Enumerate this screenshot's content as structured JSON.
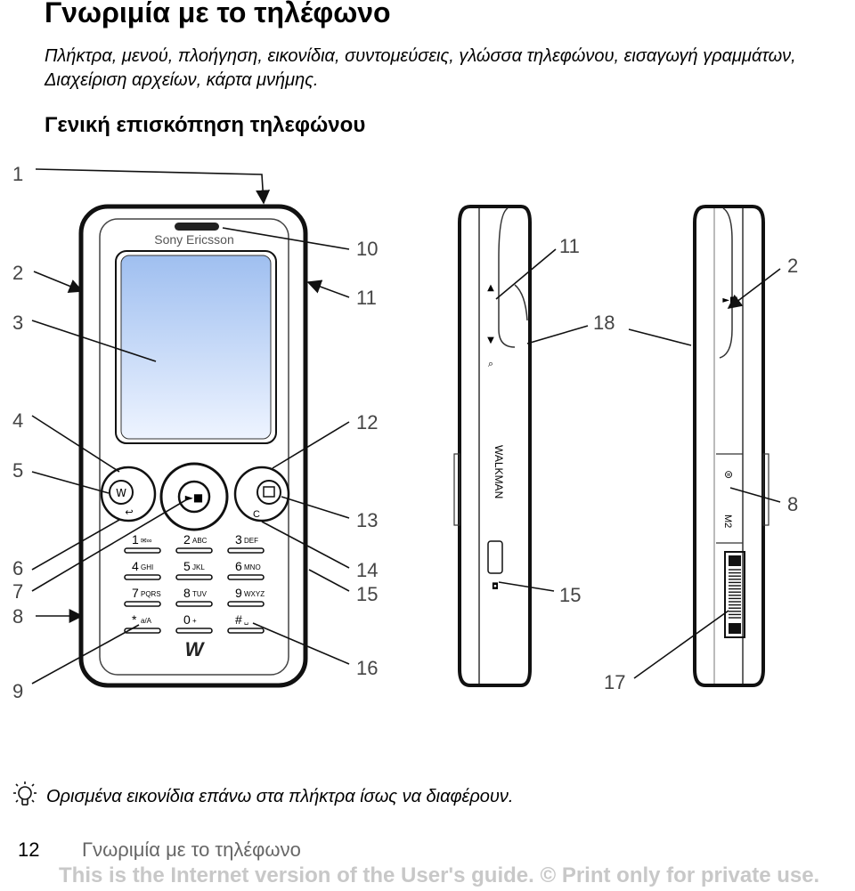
{
  "heading": "Γνωριμία με το τηλέφωνο",
  "intro": "Πλήκτρα, μενού, πλοήγηση, εικονίδια, συντομεύσεις, γλώσσα τηλεφώνου, εισαγωγή γραμμάτων, Διαχείριση αρχείων, κάρτα μνήμης.",
  "subheading": "Γενική επισκόπηση τηλεφώνου",
  "figure": {
    "brand": "Sony Ericsson",
    "side_labels": [
      "WALKMAN"
    ],
    "keypad": [
      {
        "digit": "1",
        "letters": "✉∞"
      },
      {
        "digit": "2",
        "letters": "ABC"
      },
      {
        "digit": "3",
        "letters": "DEF"
      },
      {
        "digit": "4",
        "letters": "GHI"
      },
      {
        "digit": "5",
        "letters": "JKL"
      },
      {
        "digit": "6",
        "letters": "MNO"
      },
      {
        "digit": "7",
        "letters": "PQRS"
      },
      {
        "digit": "8",
        "letters": "TUV"
      },
      {
        "digit": "9",
        "letters": "WXYZ"
      },
      {
        "digit": "*",
        "letters": "a/A"
      },
      {
        "digit": "0",
        "letters": "+"
      },
      {
        "digit": "#",
        "letters": "␣"
      }
    ],
    "clear_key": "C",
    "memory_label": "M2",
    "callouts": {
      "c1": "1",
      "c2": "2",
      "c3": "3",
      "c4": "4",
      "c5": "5",
      "c6": "6",
      "c7": "7",
      "c8": "8",
      "c9": "9",
      "c10": "10",
      "c11": "11",
      "c12": "12",
      "c13": "13",
      "c14": "14",
      "c15": "15",
      "c16": "16",
      "c11b": "11",
      "c18": "18",
      "c15b": "15",
      "c2b": "2",
      "c8b": "8",
      "c17": "17"
    },
    "colors": {
      "screen_top": "#9fbff0",
      "screen_bottom": "#eef4ff",
      "outline": "#111111"
    }
  },
  "note": {
    "icon": "lightbulb-icon",
    "text": "Ορισμένα εικονίδια επάνω στα πλήκτρα ίσως να διαφέρουν."
  },
  "footer": {
    "page_number": "12",
    "section": "Γνωριμία με το τηλέφωνο"
  },
  "watermark": "This is the Internet version of the User's guide. © Print only for private use."
}
